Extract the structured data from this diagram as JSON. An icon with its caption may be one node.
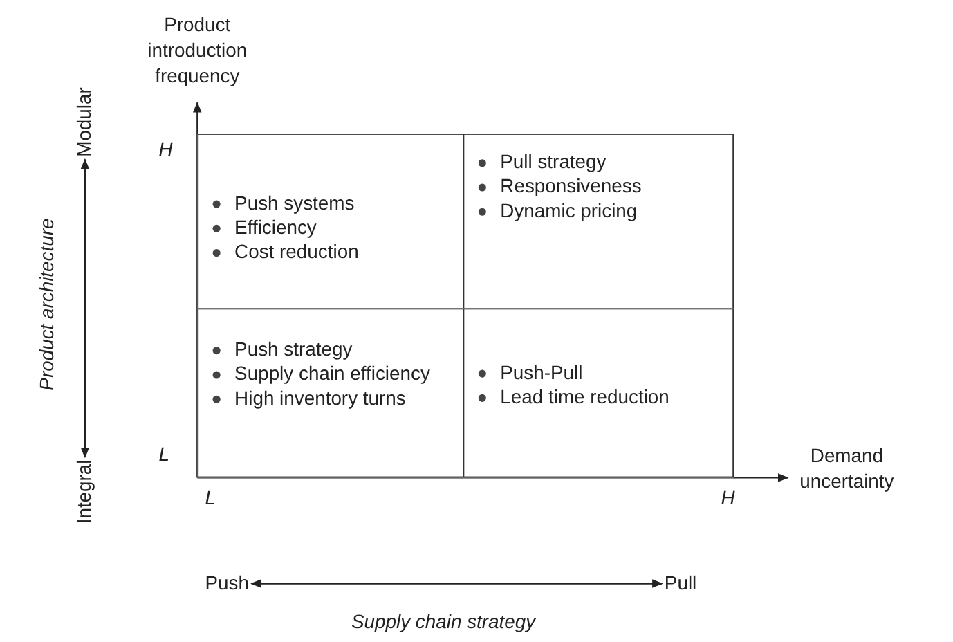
{
  "diagram": {
    "nodes": [
      {
        "text": [
          "Push systems",
          "Efficiency",
          "Cost reduction"
        ]
      },
      {
        "text": [
          "Pull strategy",
          "Responsiveness",
          "Dynamic pricing"
        ]
      },
      {
        "text": [
          "Push strategy",
          "Supply chain efficiency",
          "High inventory turns"
        ]
      },
      {
        "text": [
          "Push-Pull",
          "Lead time reduction"
        ]
      },
      {
        "text": [
          "Modular"
        ]
      },
      {
        "text": [
          "Integral"
        ]
      },
      {
        "text": [
          "Push"
        ]
      },
      {
        "text": [
          "Pull"
        ]
      }
    ],
    "edges": [
      {
        "from": 5,
        "to": 4,
        "arrow": "both"
      },
      {
        "from": 6,
        "to": 7,
        "arrow": "both"
      }
    ],
    "labels": [
      "Product introduction frequency",
      "H",
      "L",
      "Demand uncertainty",
      "L",
      "H",
      "Product architecture",
      "Supply chain strategy"
    ]
  }
}
